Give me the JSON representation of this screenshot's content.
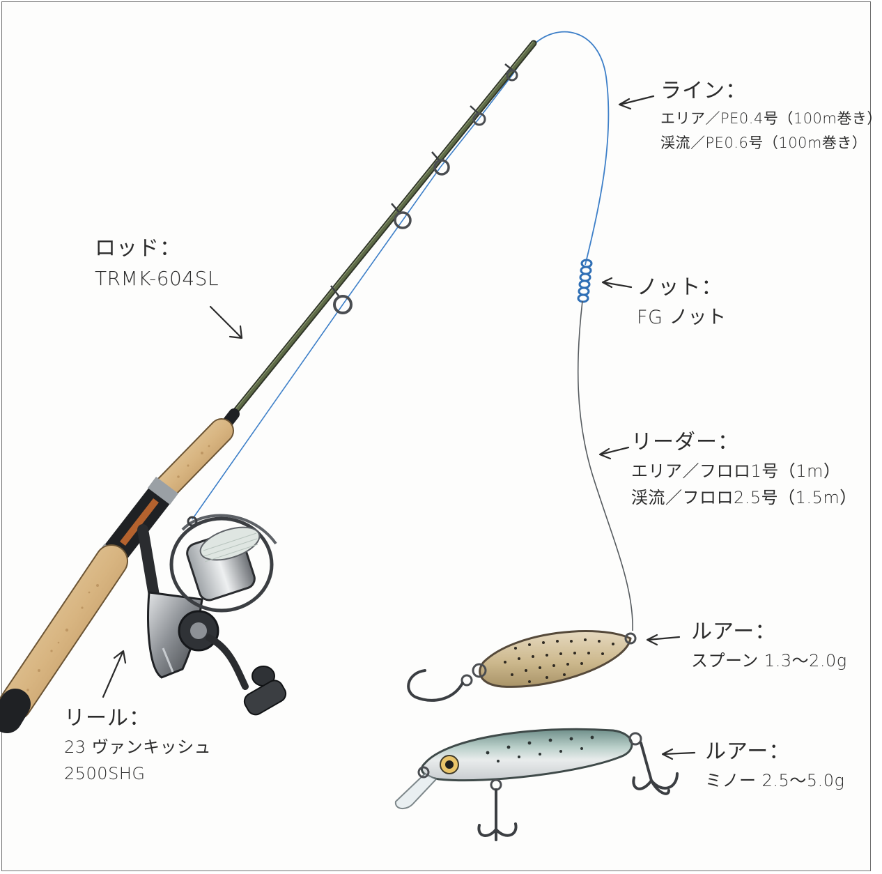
{
  "labels": {
    "rod": {
      "title": "ロッド：",
      "lines": [
        "TRMK-604SL"
      ]
    },
    "reel": {
      "title": "リール：",
      "lines": [
        "23 ヴァンキッシュ",
        "2500SHG"
      ]
    },
    "line": {
      "title": "ライン：",
      "lines": [
        "エリア／PE0.4号（100m巻き）",
        "渓流／PE0.6号（100m巻き）"
      ]
    },
    "knot": {
      "title": "ノット：",
      "lines": [
        "FG ノット"
      ]
    },
    "leader": {
      "title": "リーダー：",
      "lines": [
        "エリア／フロロ1号（1m）",
        "渓流／フロロ2.5号（1.5m）"
      ]
    },
    "lure_spoon": {
      "title": "ルアー：",
      "lines": [
        "スプーン 1.3～2.0g"
      ]
    },
    "lure_minnow": {
      "title": "ルアー：",
      "lines": [
        "ミノー 2.5～5.0g"
      ]
    }
  },
  "colors": {
    "pe_line": "#3d7fc8",
    "leader": "#555a5e",
    "blank": "#4e5a3a",
    "cork": "#d9b98a",
    "reel_metal": "#7b7f84",
    "spoon_body": "#d8c7a3",
    "minnow_back": "#8aa8a0"
  },
  "icons": [
    "left-arrow-icon",
    "down-right-arrow-icon",
    "up-arrow-icon",
    "fishing-rod-icon",
    "spinning-reel-icon",
    "spoon-lure-icon",
    "minnow-lure-icon",
    "treble-hook-icon",
    "single-hook-icon",
    "fg-knot-icon"
  ]
}
